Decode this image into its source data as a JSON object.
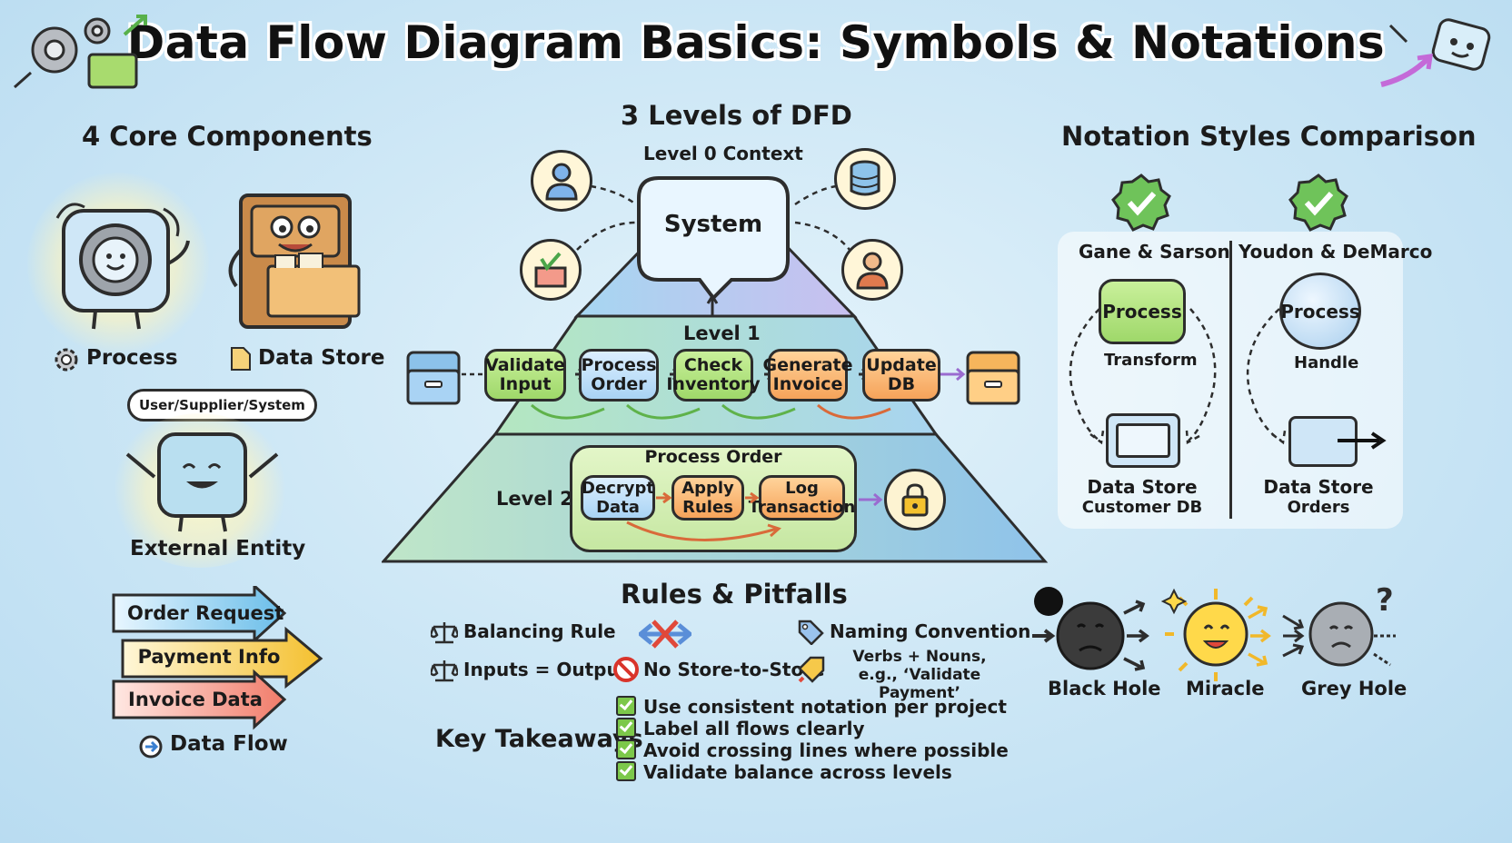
{
  "title": "Data Flow Diagram Basics: Symbols & Notations",
  "core": {
    "heading": "4 Core Components",
    "process": "Process",
    "data_store": "Data Store",
    "external_bubble": "User/Supplier/System",
    "external_entity": "External Entity",
    "flows": [
      "Order Request",
      "Payment Info",
      "Invoice Data"
    ],
    "data_flow": "Data Flow"
  },
  "levels": {
    "heading": "3 Levels of DFD",
    "level0": "Level 0 Context",
    "system": "System",
    "level1": "Level 1",
    "level1_steps": [
      "Validate\nInput",
      "Process\nOrder",
      "Check\nInventory",
      "Generate\nInvoice",
      "Update\nDB"
    ],
    "level2": "Level 2",
    "level2_group": "Process Order",
    "level2_steps": [
      "Decrypt\nData",
      "Apply\nRules",
      "Log\nTransaction"
    ]
  },
  "notation": {
    "heading": "Notation Styles Comparison",
    "gane": {
      "name": "Gane & Sarson",
      "process": "Process",
      "process_sub": "Transform",
      "store": "Data Store",
      "store_sub": "Customer DB"
    },
    "youdon": {
      "name": "Youdon & DeMarco",
      "process": "Process",
      "process_sub": "Handle",
      "store": "Data Store",
      "store_sub": "Orders"
    }
  },
  "rules": {
    "heading": "Rules & Pitfalls",
    "balancing": "Balancing Rule",
    "inputs_outputs": "Inputs = Outputs",
    "no_store": "No Store-to-Store",
    "naming": "Naming Convention",
    "naming_detail_1": "Verbs + Nouns,",
    "naming_detail_2": "e.g., ‘Validate Payment’",
    "pitfalls": [
      "Black Hole",
      "Miracle",
      "Grey Hole"
    ]
  },
  "takeaways": {
    "heading": "Key Takeaways",
    "items": [
      "Use consistent notation per project",
      "Label all flows clearly",
      "Avoid crossing lines where possible",
      "Validate balance across levels"
    ]
  },
  "colors": {
    "green": "#9fd86a",
    "blue": "#a9d3f4",
    "orange": "#f6a35a",
    "outline": "#2d2d2d"
  }
}
